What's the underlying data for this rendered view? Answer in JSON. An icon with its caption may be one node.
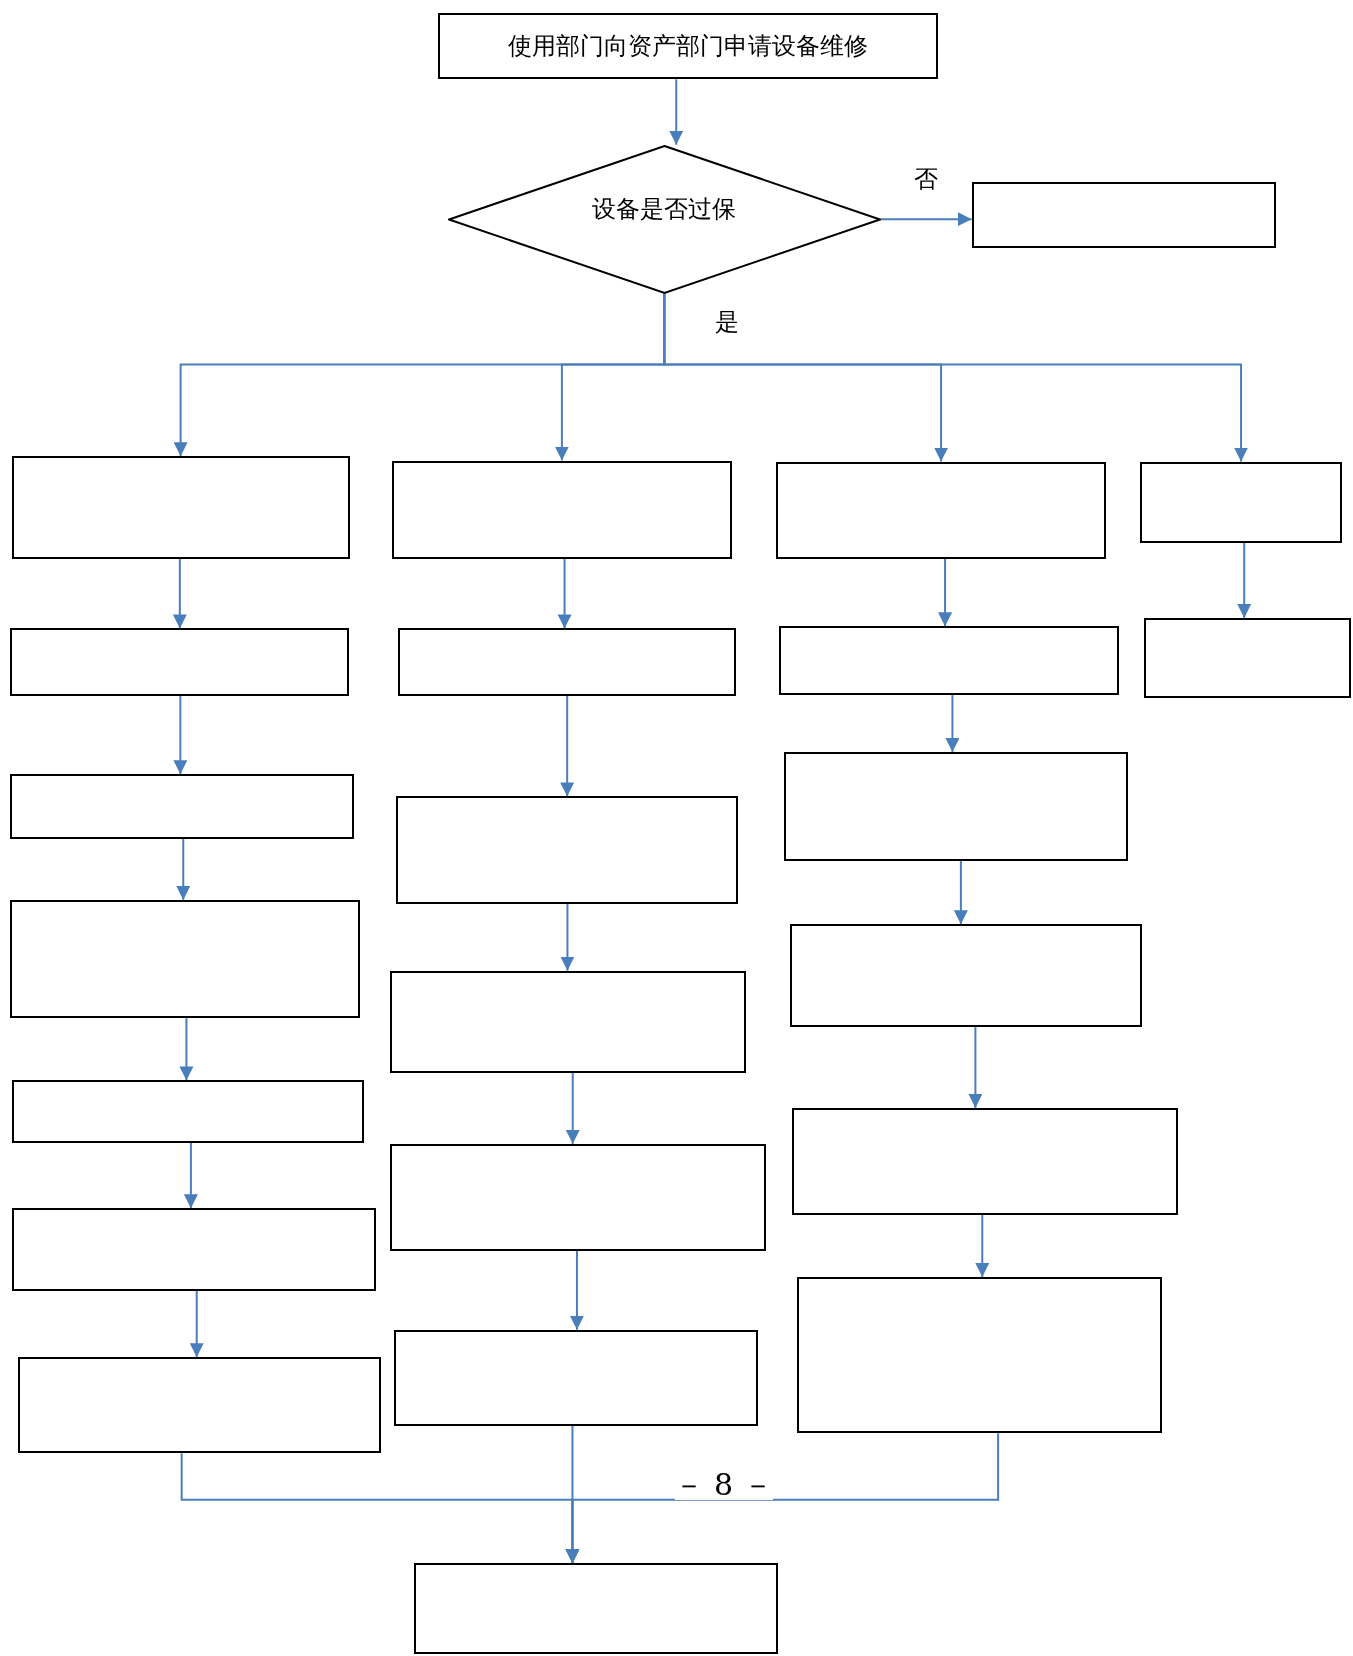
{
  "diagram": {
    "nodes": [
      {
        "text": [
          "使用部门向资产部门申请设备维修"
        ]
      },
      {
        "text": [
          "设备是否过保"
        ]
      },
      {
        "text": [],
        "shape": "box"
      },
      {
        "text": [],
        "shape": "box"
      },
      {
        "text": [],
        "shape": "box"
      },
      {
        "text": [],
        "shape": "box"
      },
      {
        "text": [],
        "shape": "box"
      },
      {
        "text": [],
        "shape": "box"
      },
      {
        "text": [],
        "shape": "box"
      },
      {
        "text": [],
        "shape": "box"
      },
      {
        "text": [],
        "shape": "box"
      },
      {
        "text": [],
        "shape": "box"
      },
      {
        "text": [],
        "shape": "box"
      },
      {
        "text": [],
        "shape": "box"
      },
      {
        "text": [],
        "shape": "box"
      },
      {
        "text": [],
        "shape": "box"
      },
      {
        "text": [],
        "shape": "box"
      },
      {
        "text": [],
        "shape": "box"
      },
      {
        "text": [],
        "shape": "box"
      },
      {
        "text": [],
        "shape": "box"
      },
      {
        "text": [],
        "shape": "box"
      },
      {
        "text": [],
        "shape": "box"
      },
      {
        "text": [],
        "shape": "box"
      },
      {
        "text": [],
        "shape": "box"
      },
      {
        "text": [],
        "shape": "box"
      }
    ],
    "edges": [
      {
        "from": 0,
        "to": 1,
        "arrow": "to"
      },
      {
        "from": 1,
        "to": 2,
        "arrow": "to",
        "label": "否"
      },
      {
        "from": 1,
        "to": 3,
        "arrow": "to"
      },
      {
        "from": 1,
        "to": 10,
        "arrow": "to"
      },
      {
        "from": 1,
        "to": 16,
        "arrow": "to"
      },
      {
        "from": 1,
        "to": 22,
        "arrow": "to"
      },
      {
        "from": 3,
        "to": 4,
        "arrow": "to"
      },
      {
        "from": 4,
        "to": 5,
        "arrow": "to"
      },
      {
        "from": 5,
        "to": 6,
        "arrow": "to"
      },
      {
        "from": 6,
        "to": 7,
        "arrow": "to"
      },
      {
        "from": 7,
        "to": 8,
        "arrow": "to"
      },
      {
        "from": 8,
        "to": 9,
        "arrow": "to"
      },
      {
        "from": 10,
        "to": 11,
        "arrow": "to"
      },
      {
        "from": 11,
        "to": 12,
        "arrow": "to"
      },
      {
        "from": 12,
        "to": 13,
        "arrow": "to"
      },
      {
        "from": 13,
        "to": 14,
        "arrow": "to"
      },
      {
        "from": 14,
        "to": 15,
        "arrow": "to"
      },
      {
        "from": 16,
        "to": 17,
        "arrow": "to"
      },
      {
        "from": 17,
        "to": 18,
        "arrow": "to"
      },
      {
        "from": 18,
        "to": 19,
        "arrow": "to"
      },
      {
        "from": 19,
        "to": 20,
        "arrow": "to"
      },
      {
        "from": 20,
        "to": 21,
        "arrow": "to"
      },
      {
        "from": 22,
        "to": 23,
        "arrow": "to"
      },
      {
        "from": 9,
        "to": 24,
        "arrow": "to"
      },
      {
        "from": 15,
        "to": 24,
        "arrow": "to"
      },
      {
        "from": 21,
        "to": 24,
        "arrow": "to"
      }
    ],
    "labels": [
      "是",
      "－ 8 －"
    ]
  }
}
